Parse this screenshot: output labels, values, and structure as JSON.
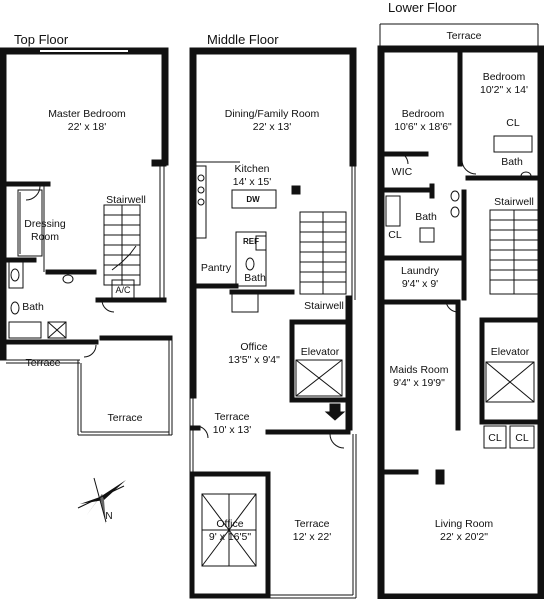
{
  "floors": {
    "top": {
      "title": "Top Floor",
      "rooms": {
        "master_bedroom": {
          "name": "Master Bedroom",
          "size": "22' x 18'"
        },
        "stairwell": "Stairwell",
        "dressing_room": "Dressing Room",
        "ac": "A/C",
        "bath": "Bath",
        "terrace_upper": "Terrace",
        "terrace_lower": "Terrace"
      }
    },
    "middle": {
      "title": "Middle Floor",
      "rooms": {
        "dining": {
          "name": "Dining/Family Room",
          "size": "22' x 13'"
        },
        "kitchen": {
          "name": "Kitchen",
          "size": "14' x 15'"
        },
        "dw": "DW",
        "ref": "REF",
        "pantry": "Pantry",
        "bath": "Bath",
        "stairwell": "Stairwell",
        "office": {
          "name": "Office",
          "size": "13'5\" x 9'4\""
        },
        "elevator": "Elevator",
        "terrace_small": {
          "name": "Terrace",
          "size": "10' x 13'"
        },
        "office_lower": {
          "name": "Office",
          "size": "9' x 16'5\""
        },
        "terrace_large": {
          "name": "Terrace",
          "size": "12' x 22'"
        }
      }
    },
    "lower": {
      "title": "Lower Floor",
      "rooms": {
        "terrace": "Terrace",
        "bedroom_left": {
          "name": "Bedroom",
          "size": "10'6\" x 18'6\""
        },
        "bedroom_right": {
          "name": "Bedroom",
          "size": "10'2\" x 14'"
        },
        "cl_top": "CL",
        "bath_right": "Bath",
        "wic": "WIC",
        "bath_center": "Bath",
        "stairwell": "Stairwell",
        "cl_left": "CL",
        "laundry": {
          "name": "Laundry",
          "size": "9'4\" x 9'"
        },
        "maids_room": {
          "name": "Maids Room",
          "size": "9'4\" x 19'9\""
        },
        "elevator": "Elevator",
        "cl_bottom_left": "CL",
        "cl_bottom_right": "CL",
        "living_room": {
          "name": "Living Room",
          "size": "22' x 20'2\""
        }
      }
    }
  },
  "compass": {
    "north_label": "N"
  }
}
